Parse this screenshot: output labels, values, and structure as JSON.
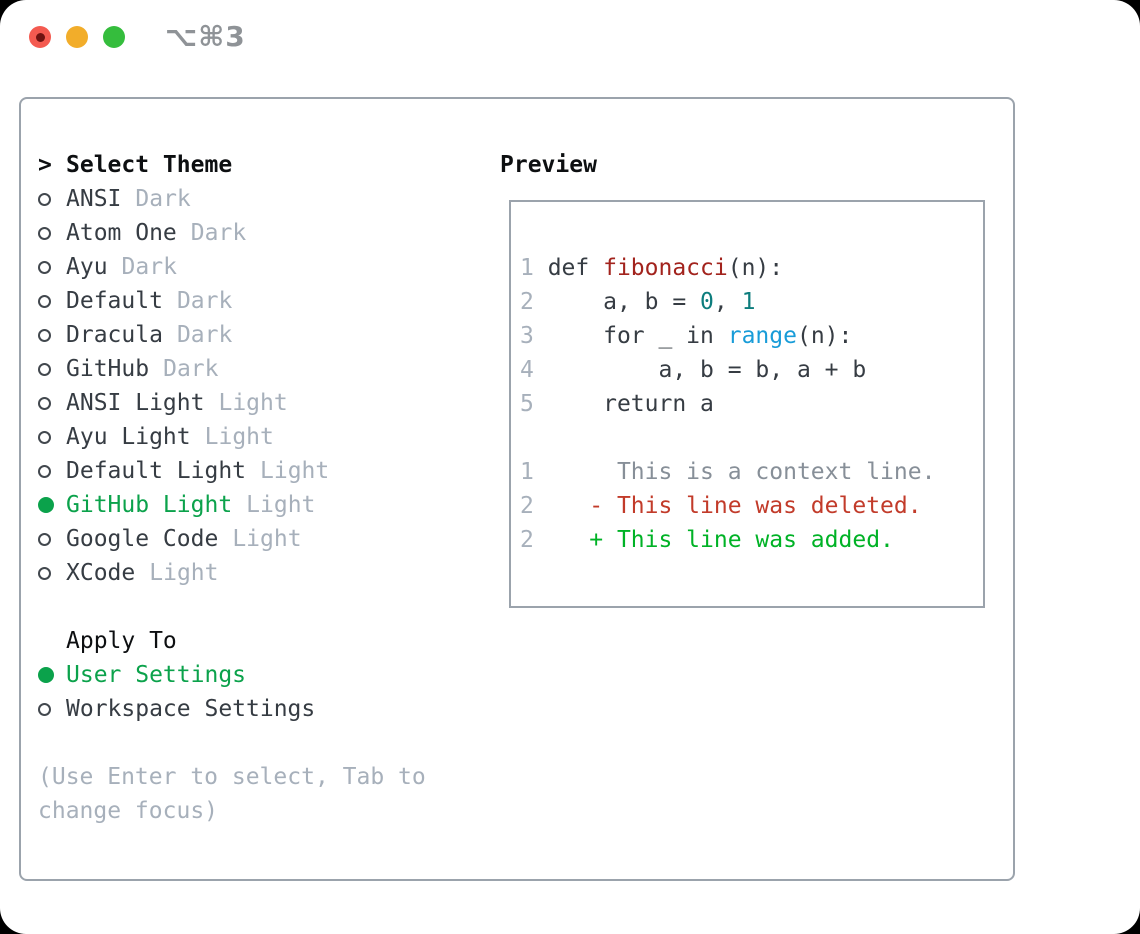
{
  "window": {
    "title_shortcut": "⌥⌘3",
    "controls": [
      {
        "icon": "traffic-light-red-icon",
        "color": "#f45a50"
      },
      {
        "icon": "traffic-light-yellow-icon",
        "color": "#f2ad2a"
      },
      {
        "icon": "traffic-light-green-icon",
        "color": "#35bd3d"
      }
    ]
  },
  "left": {
    "header": {
      "prompt": ">",
      "label": "Select Theme"
    },
    "themes": [
      {
        "name": "ANSI",
        "variant": "Dark",
        "selected": false
      },
      {
        "name": "Atom One",
        "variant": "Dark",
        "selected": false
      },
      {
        "name": "Ayu",
        "variant": "Dark",
        "selected": false
      },
      {
        "name": "Default",
        "variant": "Dark",
        "selected": false
      },
      {
        "name": "Dracula",
        "variant": "Dark",
        "selected": false
      },
      {
        "name": "GitHub",
        "variant": "Dark",
        "selected": false
      },
      {
        "name": "ANSI Light",
        "variant": "Light",
        "selected": false
      },
      {
        "name": "Ayu Light",
        "variant": "Light",
        "selected": false
      },
      {
        "name": "Default Light",
        "variant": "Light",
        "selected": false
      },
      {
        "name": "GitHub Light",
        "variant": "Light",
        "selected": true
      },
      {
        "name": "Google Code",
        "variant": "Light",
        "selected": false
      },
      {
        "name": "XCode",
        "variant": "Light",
        "selected": false
      }
    ],
    "apply": {
      "label": "Apply To",
      "options": [
        {
          "label": "User Settings",
          "selected": true
        },
        {
          "label": "Workspace Settings",
          "selected": false
        }
      ]
    },
    "hint": [
      "(Use Enter to select, Tab to",
      "change focus)"
    ]
  },
  "preview": {
    "title": "Preview",
    "lines": [
      {
        "segments": [
          {
            "t": "1 ",
            "s": "num"
          },
          {
            "t": "def ",
            "s": "code"
          },
          {
            "t": "fibonacci",
            "s": "func"
          },
          {
            "t": "(n):",
            "s": "code"
          }
        ]
      },
      {
        "segments": [
          {
            "t": "2 ",
            "s": "num"
          },
          {
            "t": "    a, b = ",
            "s": "code"
          },
          {
            "t": "0",
            "s": "lit"
          },
          {
            "t": ", ",
            "s": "code"
          },
          {
            "t": "1",
            "s": "lit"
          }
        ]
      },
      {
        "segments": [
          {
            "t": "3 ",
            "s": "num"
          },
          {
            "t": "    for _ in ",
            "s": "code"
          },
          {
            "t": "range",
            "s": "builtin"
          },
          {
            "t": "(n):",
            "s": "code"
          }
        ]
      },
      {
        "segments": [
          {
            "t": "4 ",
            "s": "num"
          },
          {
            "t": "        a, b = b, a + b",
            "s": "code"
          }
        ]
      },
      {
        "segments": [
          {
            "t": "5 ",
            "s": "num"
          },
          {
            "t": "    return a",
            "s": "code"
          }
        ]
      },
      {
        "segments": []
      },
      {
        "segments": [
          {
            "t": "1",
            "s": "num"
          },
          {
            "t": "      This is a context line.",
            "s": "ctx"
          }
        ]
      },
      {
        "segments": [
          {
            "t": "2",
            "s": "num"
          },
          {
            "t": "    ",
            "s": "code"
          },
          {
            "t": "- This line was deleted.",
            "s": "del"
          }
        ]
      },
      {
        "segments": [
          {
            "t": "2",
            "s": "num"
          },
          {
            "t": "    ",
            "s": "code"
          },
          {
            "t": "+ This line was added.",
            "s": "add"
          }
        ]
      }
    ]
  },
  "colors": {
    "c-green": "#0ba24b",
    "c-add": "#00b226",
    "c-del": "#c23b2a",
    "c-func": "#a2231d",
    "c-lit": "#0d7d7d",
    "c-builtin": "#189cd8",
    "c-muted": "#a7b0bb",
    "c-ctx": "#878f98",
    "c-text": "#363c43",
    "c-border": "#9ba3ac",
    "tl-red": "#f45a50",
    "tl-yellow": "#f2ad2a",
    "tl-green": "#35bd3d"
  }
}
